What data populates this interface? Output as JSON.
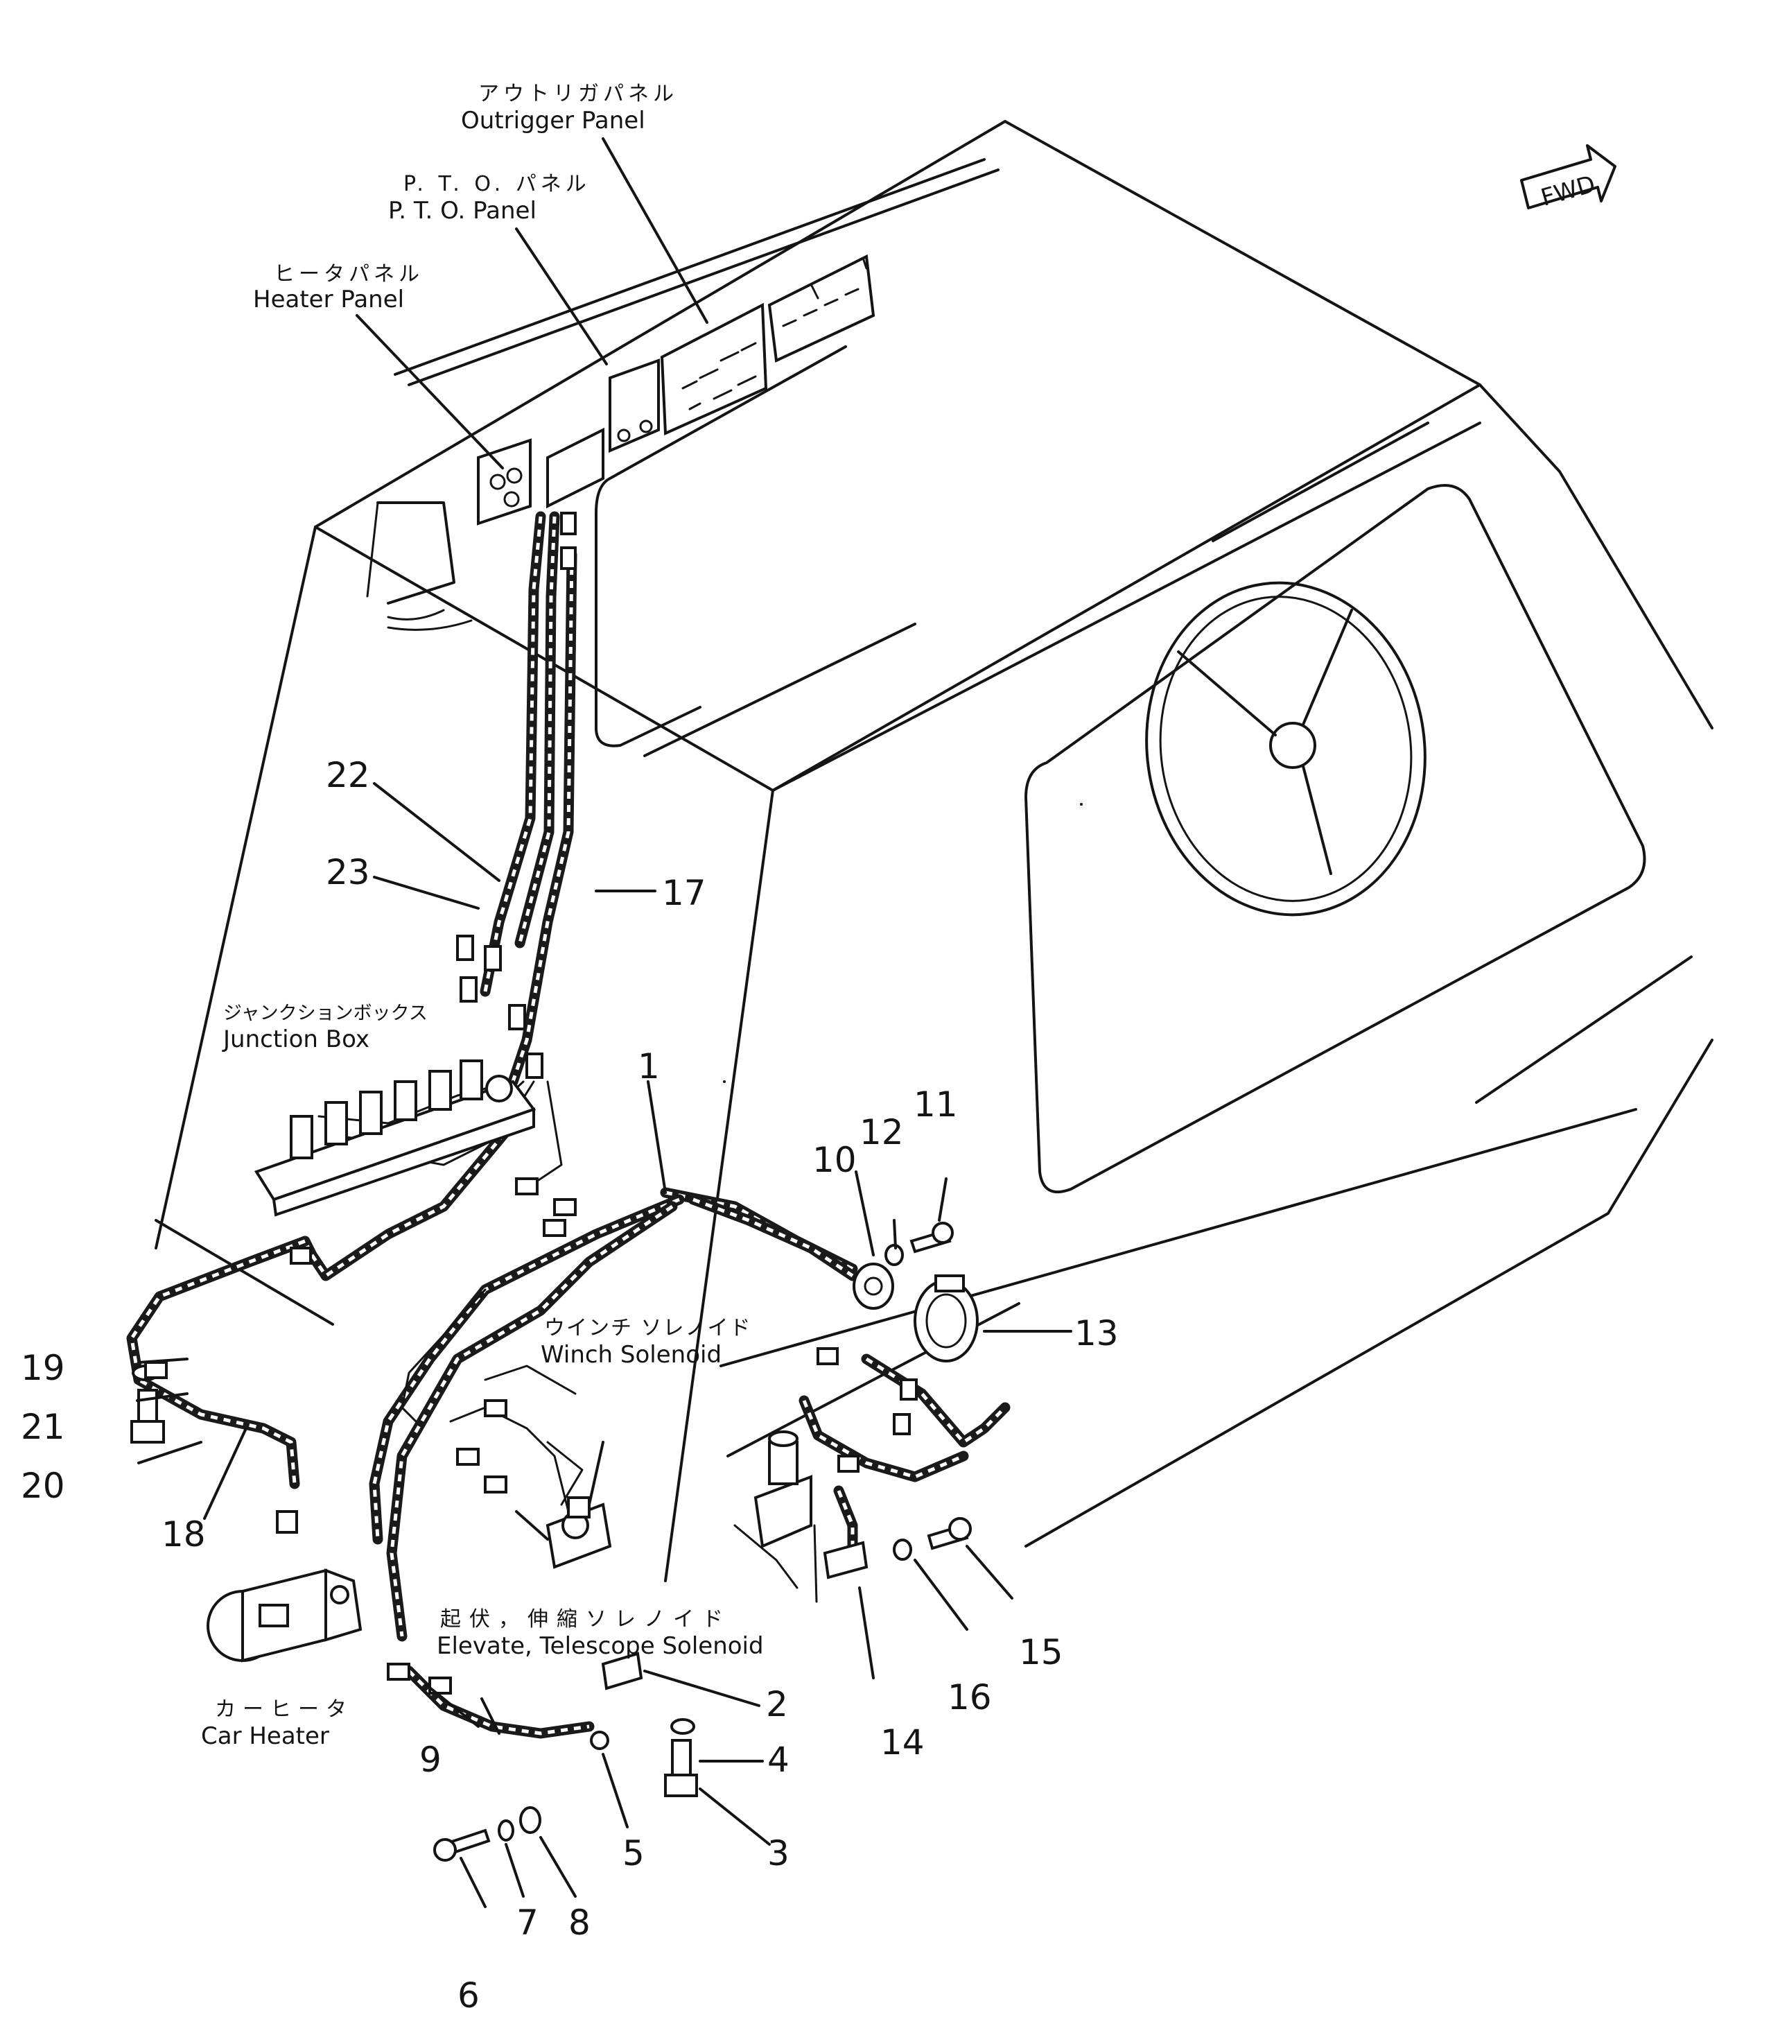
{
  "labels": {
    "outrigger_panel_jp": "アウトリガパネル",
    "outrigger_panel_en": "Outrigger Panel",
    "pto_panel_jp": "P. T. O. パネル",
    "pto_panel_en": "P. T. O. Panel",
    "heater_panel_jp": "ヒータパネル",
    "heater_panel_en": "Heater Panel",
    "junction_box_jp": "ジャンクションボックス",
    "junction_box_en": "Junction Box",
    "winch_solenoid_jp": "ウインチ ソレノイド",
    "winch_solenoid_en": "Winch Solenoid",
    "elevate_solenoid_jp": "起伏，伸縮ソレノイド",
    "elevate_solenoid_en": "Elevate, Telescope Solenoid",
    "car_heater_jp": "カーヒータ",
    "car_heater_en": "Car Heater",
    "fwd": "FWD"
  },
  "callouts": [
    "1",
    "2",
    "3",
    "4",
    "5",
    "6",
    "7",
    "8",
    "9",
    "10",
    "11",
    "12",
    "13",
    "14",
    "15",
    "16",
    "17",
    "18",
    "19",
    "20",
    "21",
    "22",
    "23"
  ]
}
